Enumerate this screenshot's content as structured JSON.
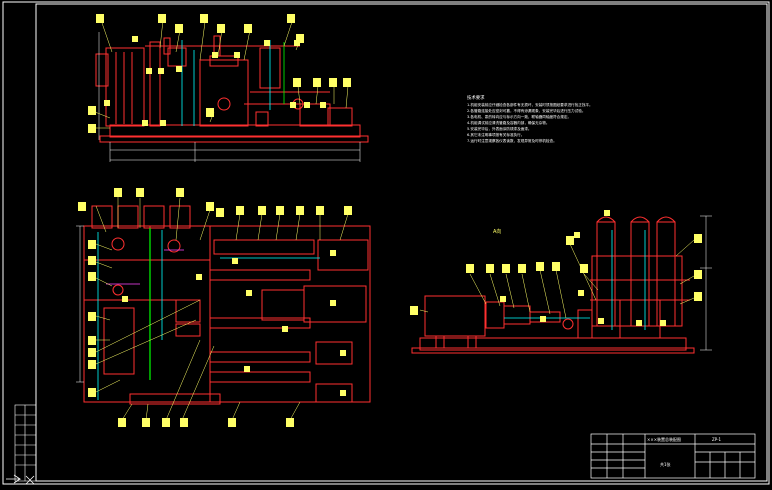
{
  "drawing": {
    "background": "#000000",
    "colors": {
      "frame": "#ffffff",
      "outline": "#ff3030",
      "callout": "#ffff66",
      "dimension": "#ffffff",
      "pipe": "#00ffff",
      "green": "#00ff00",
      "magenta": "#ff44ff"
    }
  },
  "notes": {
    "title": "技术要求",
    "lines": [
      "1.机组安装前应仔细检查各部件有无损坏，安装时须按图纸要求进行找正找平。",
      "2.各管路连接处应密封可靠，不得有渗漏现象，安装完毕后进行压力试验。",
      "3.各电机、泵的转向应与标示方向一致，联轴器同轴度符合规定。",
      "4.机组调试前应清洗管路及容器内部，确保无杂物。",
      "5.安装完毕后，外表面涂防锈漆及面漆。",
      "6.其它未注明事项按有关标准执行。",
      "7.运行时注意观察各仪表读数，发现异常及时停机检查。"
    ]
  },
  "views": {
    "section_a_label": "A向"
  },
  "title_block": {
    "drawing_name": "×××装置总装配图",
    "drawing_no": "ZP-1",
    "sheet_label": "共1张"
  },
  "ucs_icon": "ucs-axis-icon"
}
